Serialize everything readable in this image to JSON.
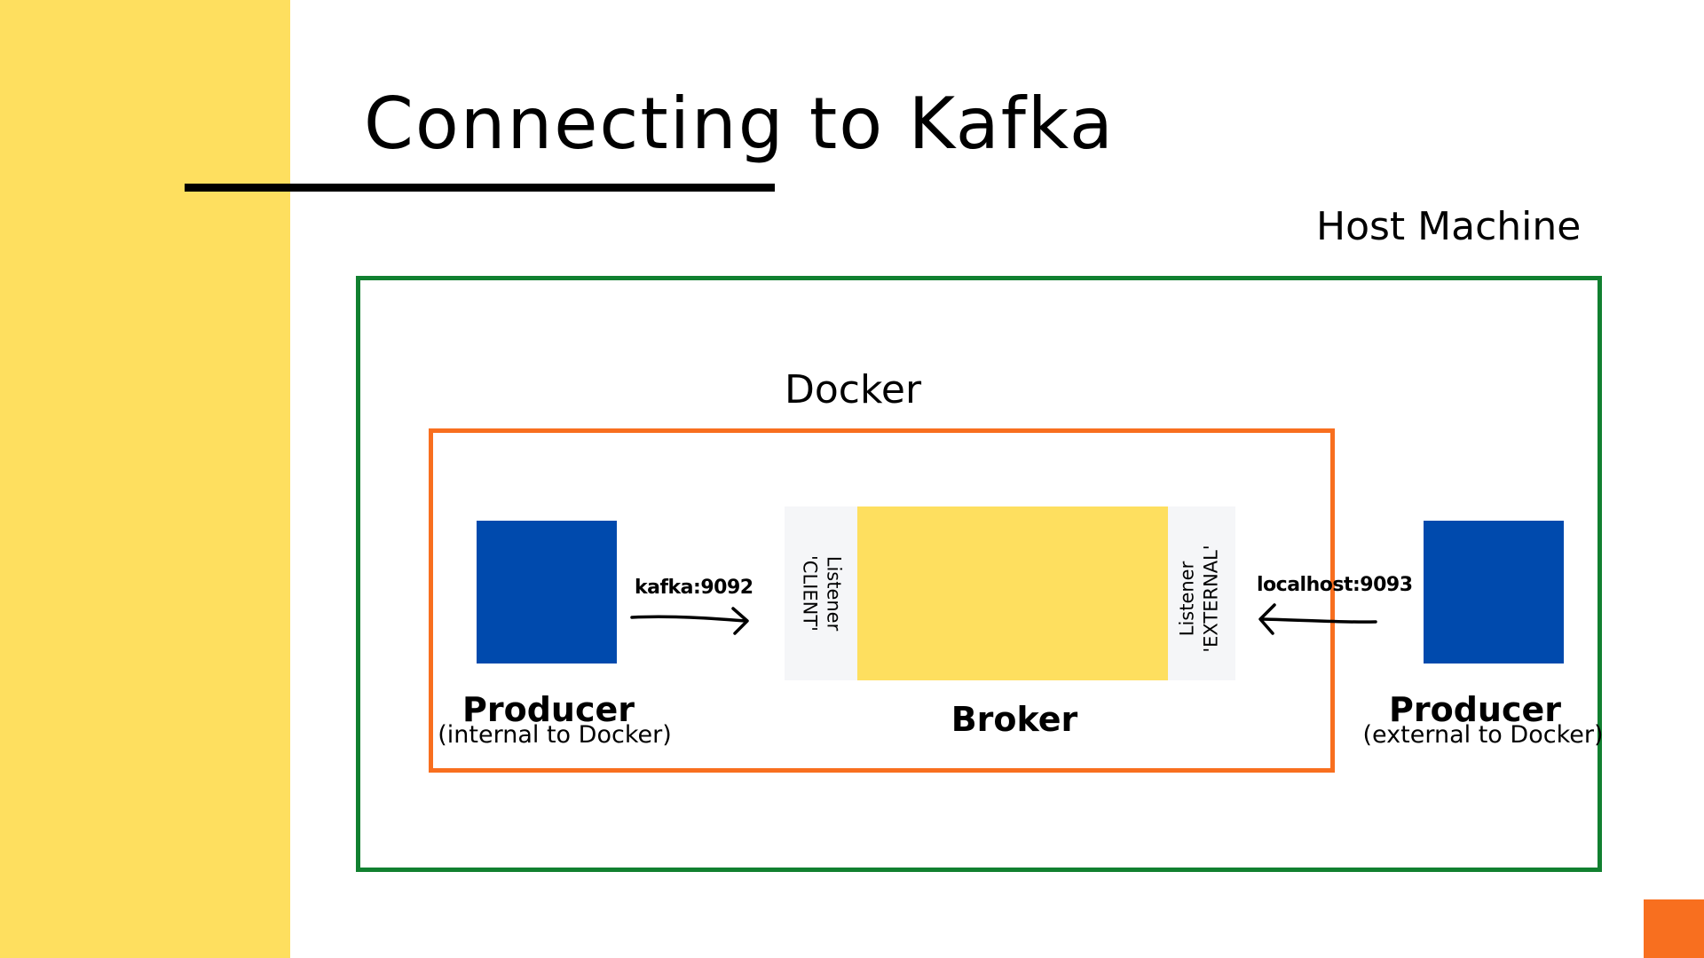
{
  "title": "Connecting to Kafka",
  "regions": {
    "host_label": "Host Machine",
    "docker_label": "Docker"
  },
  "producer_internal": {
    "title": "Producer",
    "subtitle": "(internal to Docker)",
    "port": "kafka:9092"
  },
  "broker": {
    "title": "Broker",
    "listener_client": {
      "line1": "Listener",
      "line2": "'CLIENT'"
    },
    "listener_external": {
      "line1": "Listener",
      "line2": "'EXTERNAL'"
    }
  },
  "producer_external": {
    "title": "Producer",
    "subtitle": "(external to Docker)",
    "port": "localhost:9093"
  },
  "colors": {
    "yellow": "#FEDF5F",
    "blue": "#004AAD",
    "green": "#118030",
    "orange": "#F86F1F",
    "listener_bg": "#F5F6F8"
  }
}
